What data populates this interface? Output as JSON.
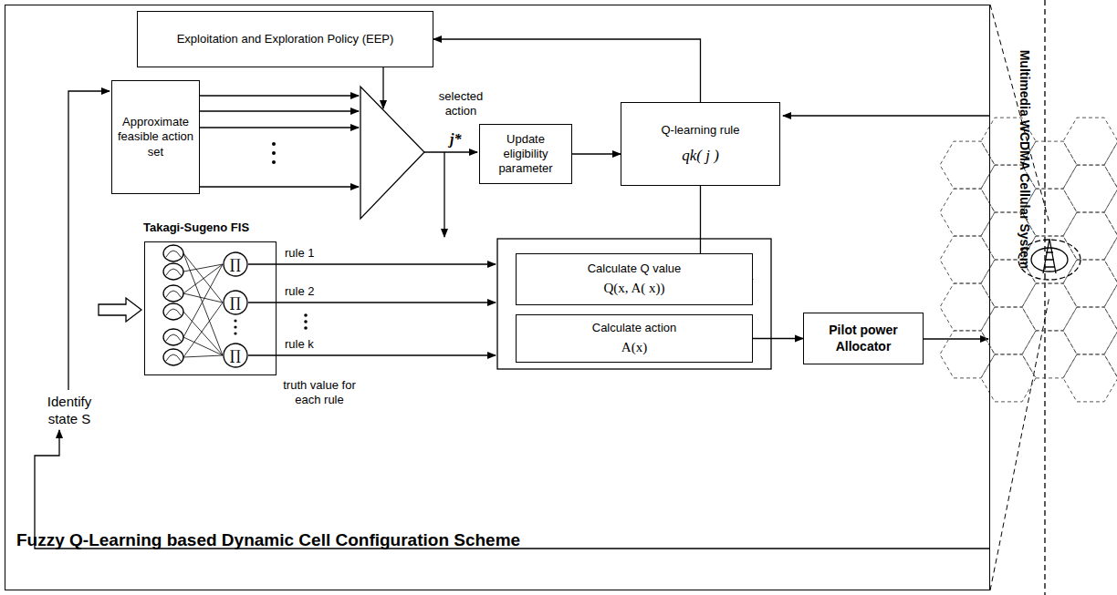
{
  "diagram": {
    "nodes": [
      {
        "text": [
          "Fuzzy Q-Learning based Dynamic Cell Configuration Scheme"
        ]
      },
      {
        "text": [
          "Exploitation and Exploration Policy (EEP)"
        ],
        "in": 0
      },
      {
        "text": [
          "Approximate feasible action set"
        ],
        "in": 0
      },
      {
        "text": [
          "Update eligibility parameter"
        ],
        "in": 0
      },
      {
        "text": [
          "Q-learning rule",
          "qk( j )"
        ],
        "in": 0
      },
      {
        "text": [
          "Takagi-Sugeno FIS"
        ],
        "in": 0
      },
      {
        "text": [
          "∏"
        ],
        "in": 5
      },
      {
        "text": [
          "∏"
        ],
        "in": 5
      },
      {
        "text": [
          "∏"
        ],
        "in": 5
      },
      {
        "text": [
          "Calculate Q value",
          "Q(x, A( x))"
        ],
        "in": 0
      },
      {
        "text": [
          "Calculate action",
          "A(x)"
        ],
        "in": 0
      },
      {
        "text": [
          "Pilot power Allocator"
        ],
        "in": 0
      }
    ],
    "edges": [
      {
        "from": 3,
        "to": 4,
        "arrow": "to"
      },
      {
        "from": 4,
        "to": 1,
        "arrow": "to"
      },
      {
        "from": 4,
        "to": 9,
        "arrow": "to"
      },
      {
        "from": 10,
        "to": 11,
        "arrow": "to"
      }
    ],
    "labels": [
      "selected action",
      "j*",
      "rule 1",
      "rule 2",
      "rule k",
      "truth value for each rule",
      "Identify state S",
      "Multimedia WCDMA Cellular System"
    ]
  }
}
